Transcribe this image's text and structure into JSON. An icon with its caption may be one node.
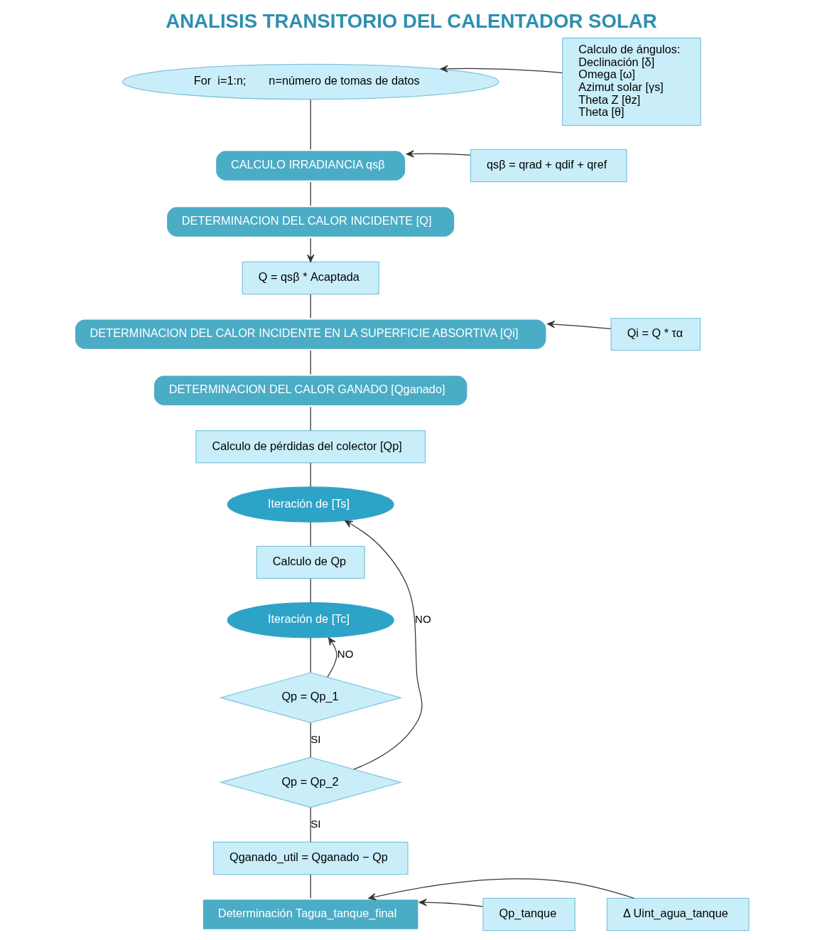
{
  "diagram": {
    "title": "ANALISIS TRANSITORIO DEL CALENTADOR SOLAR",
    "nodes": [
      {
        "text": [
          "For  i=1:n;       n=número de tomas de datos"
        ]
      },
      {
        "text": [
          "CALCULO IRRADIANCIA qsβ"
        ]
      },
      {
        "text": [
          "DETERMINACION DEL CALOR INCIDENTE [Q]"
        ]
      },
      {
        "text": [
          "Q = qsβ * Acaptada"
        ]
      },
      {
        "text": [
          "DETERMINACION DEL CALOR INCIDENTE EN LA SUPERFICIE ABSORTIVA [Qi]"
        ]
      },
      {
        "text": [
          "DETERMINACION DEL CALOR GANADO [Qganado]"
        ]
      },
      {
        "text": [
          "Calculo de pérdidas del colector [Qp]"
        ]
      },
      {
        "text": [
          "Iteración de [Ts]"
        ]
      },
      {
        "text": [
          "Calculo de Qp"
        ]
      },
      {
        "text": [
          "Iteración de [Tc]"
        ]
      },
      {
        "text": [
          "Qp = Qp_1"
        ]
      },
      {
        "text": [
          "Qp = Qp_2"
        ]
      },
      {
        "text": [
          "Qganado_util = Qganado − Qp"
        ]
      },
      {
        "text": [
          "Determinación Tagua_tanque_final"
        ]
      },
      {
        "text": [
          "Calculo de ángulos:",
          "Declinación [δ]",
          "Omega [ω]",
          "Azimut solar [γs]",
          "Theta Z [θz]",
          "Theta [θ]"
        ]
      },
      {
        "text": [
          "qsβ = qrad + qdif + qref"
        ]
      },
      {
        "text": [
          "Qi = Q * τα"
        ]
      },
      {
        "text": [
          "Δ Uint_agua_tanque"
        ]
      },
      {
        "text": [
          "Qp_tanque"
        ]
      }
    ],
    "edges": [
      {
        "from": 0,
        "to": 1,
        "arrow": "none"
      },
      {
        "from": 1,
        "to": 2,
        "arrow": "none"
      },
      {
        "from": 2,
        "to": 3,
        "arrow": "to"
      },
      {
        "from": 3,
        "to": 4,
        "arrow": "none"
      },
      {
        "from": 4,
        "to": 5,
        "arrow": "none"
      },
      {
        "from": 5,
        "to": 6,
        "arrow": "none"
      },
      {
        "from": 6,
        "to": 7,
        "arrow": "none"
      },
      {
        "from": 7,
        "to": 8,
        "arrow": "none"
      },
      {
        "from": 8,
        "to": 9,
        "arrow": "none"
      },
      {
        "from": 9,
        "to": 10,
        "arrow": "none"
      },
      {
        "from": 10,
        "to": 9,
        "arrow": "to",
        "label": "NO"
      },
      {
        "from": 10,
        "to": 11,
        "arrow": "none",
        "label": "SI"
      },
      {
        "from": 11,
        "to": 7,
        "arrow": "to",
        "label": "NO"
      },
      {
        "from": 11,
        "to": 12,
        "arrow": "none",
        "label": "SI"
      },
      {
        "from": 12,
        "to": 13,
        "arrow": "none"
      },
      {
        "from": 14,
        "to": 0,
        "arrow": "to"
      },
      {
        "from": 15,
        "to": 1,
        "arrow": "to"
      },
      {
        "from": 16,
        "to": 4,
        "arrow": "to"
      },
      {
        "from": 17,
        "to": 13,
        "arrow": "to"
      },
      {
        "from": 18,
        "to": 13,
        "arrow": "to"
      }
    ]
  }
}
